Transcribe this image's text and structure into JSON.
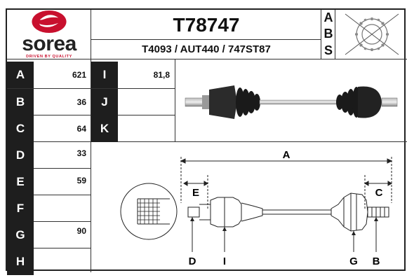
{
  "header": {
    "brand": "sorea",
    "tagline": "DRIVEN BY QUALITY",
    "part_number": "T78747",
    "cross_references": "T4093 / AUT440 / 747ST87",
    "abs_letters": [
      "A",
      "B",
      "S"
    ]
  },
  "dimensions_left": [
    {
      "label": "A",
      "value": "621"
    },
    {
      "label": "B",
      "value": "36"
    },
    {
      "label": "C",
      "value": "64"
    },
    {
      "label": "D",
      "value": "33"
    },
    {
      "label": "E",
      "value": "59"
    },
    {
      "label": "F",
      "value": ""
    },
    {
      "label": "G",
      "value": "90"
    },
    {
      "label": "H",
      "value": ""
    }
  ],
  "dimensions_right": [
    {
      "label": "I",
      "value": "81,8"
    },
    {
      "label": "J",
      "value": ""
    },
    {
      "label": "K",
      "value": ""
    }
  ],
  "diagram_labels": {
    "a": "A",
    "b": "B",
    "c": "C",
    "d": "D",
    "e": "E",
    "g": "G",
    "i": "I"
  },
  "colors": {
    "brand_red": "#c8102e",
    "label_bg": "#1e1e1e"
  },
  "icons": [
    "sorea-logo-icon",
    "abs-ring-icon",
    "drive-shaft-photo-icon",
    "spline-detail-icon"
  ]
}
